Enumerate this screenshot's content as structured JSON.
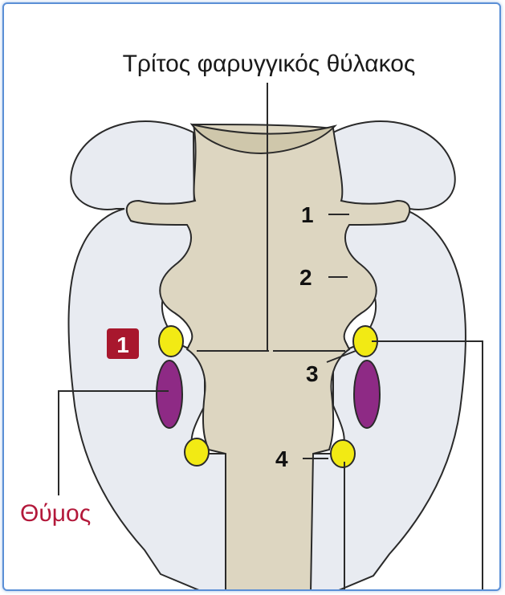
{
  "title": "Τρίτος φαρυγγικός θύλακος",
  "pouch_labels": [
    "1",
    "2",
    "3",
    "4"
  ],
  "badge": "1",
  "thymus_label": "Θύμος",
  "colors": {
    "frame": "#5b8fd6",
    "pharynx_fill": "#ddd6c1",
    "arch_fill": "#e8ebf1",
    "outline": "#2a2a2a",
    "yellow_gland": "#f2ea14",
    "thymus_fill": "#8e2a85",
    "badge_fill": "#a8172d",
    "thymus_text": "#b3183a"
  }
}
